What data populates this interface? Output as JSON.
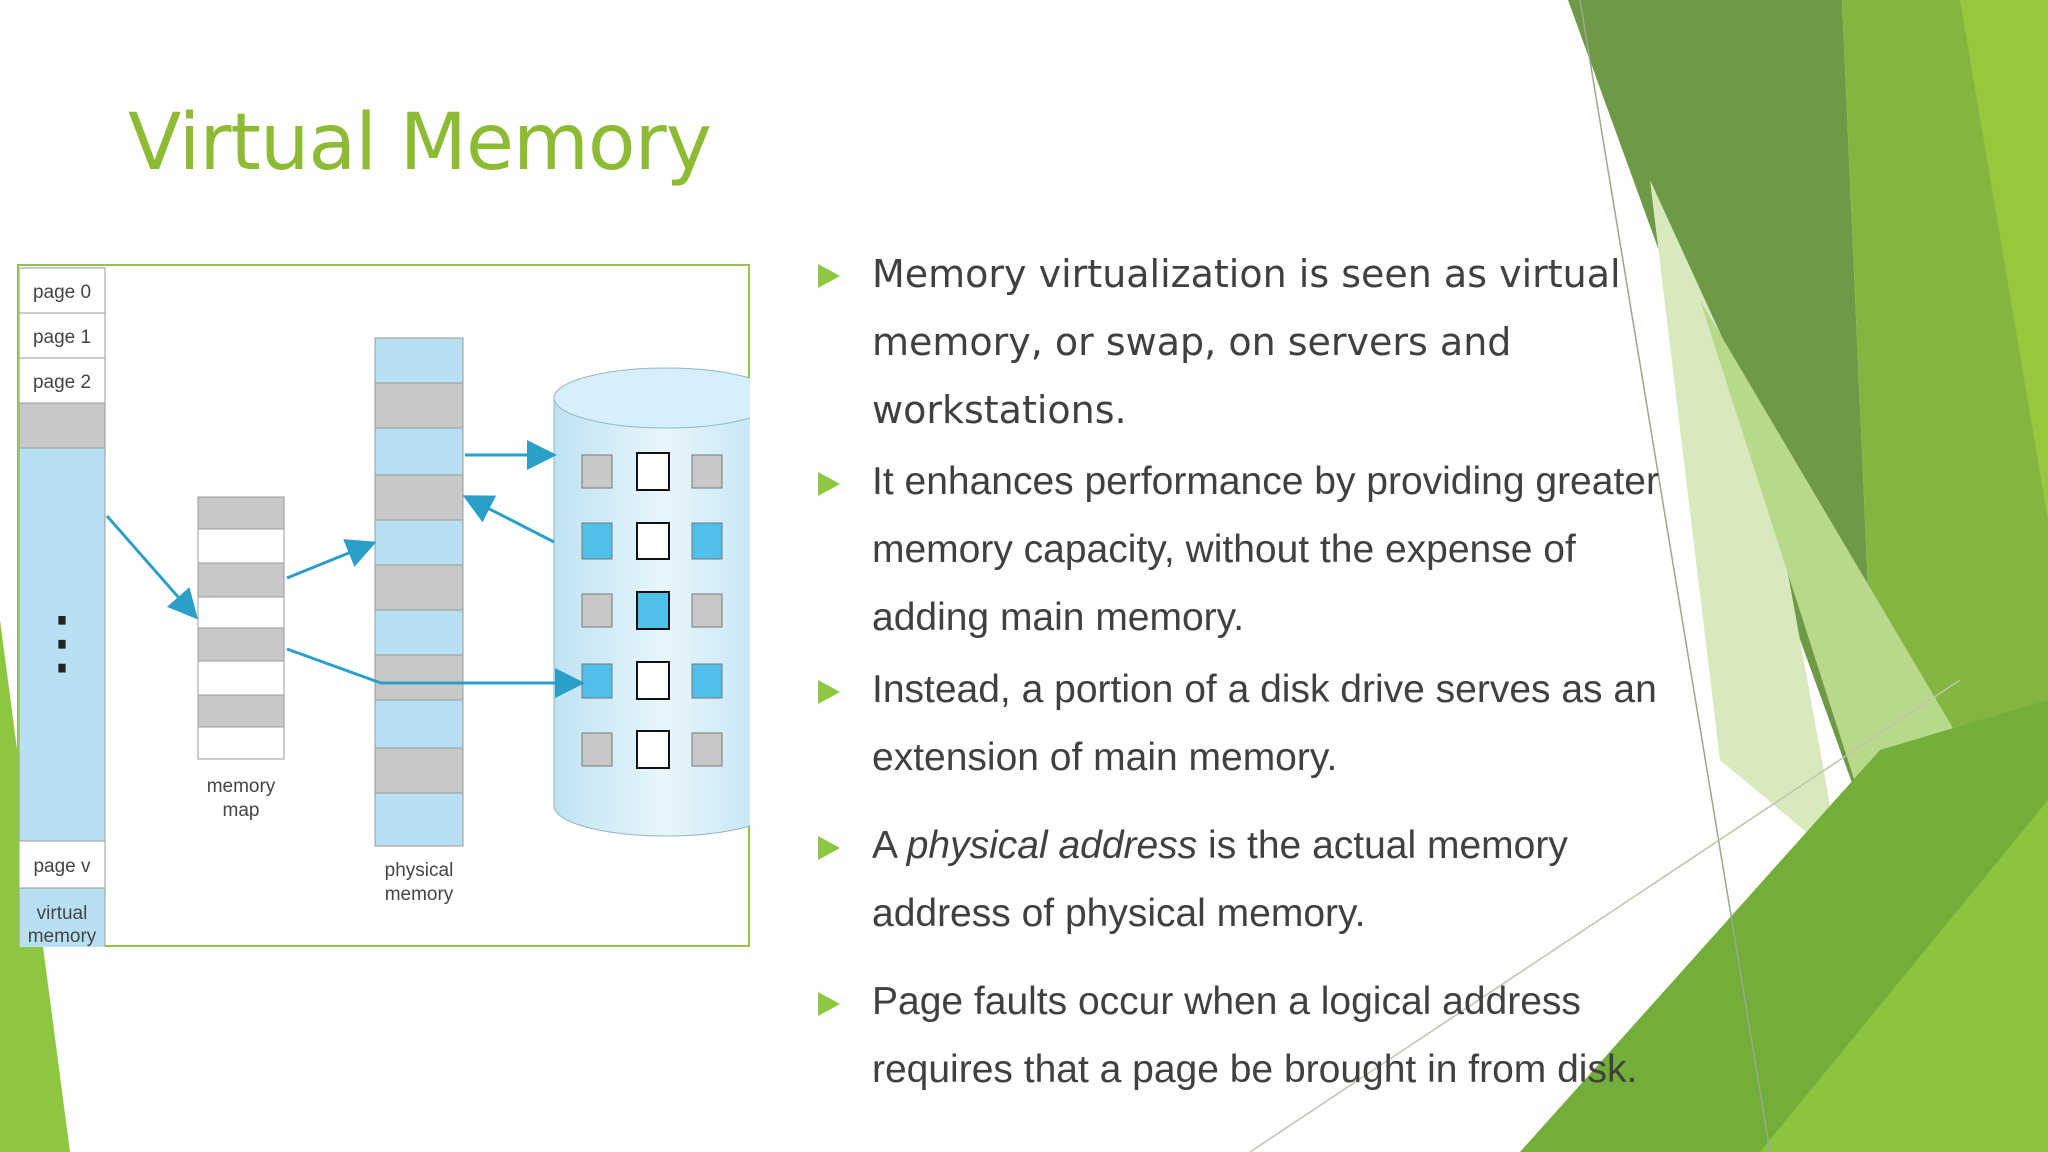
{
  "title": "Virtual Memory",
  "colors": {
    "title": "#8dbb34",
    "accent_green": "#8dc63f",
    "dark_green": "#5e8f2e",
    "light_green": "#c9e0a0",
    "page_blue": "#b9e1f3",
    "frame_gray": "#c7c7c7",
    "arrow_blue": "#2c9fc9",
    "text": "#404040"
  },
  "bullets": [
    {
      "lines": [
        "Memory virtualization is seen as virtual",
        "memory, or swap, on servers and",
        "workstations."
      ]
    },
    {
      "lines": [
        "It enhances performance by providing greater",
        "memory capacity, without the expense of",
        "adding main memory."
      ]
    },
    {
      "lines": [
        "Instead, a portion of a disk drive serves as an",
        "extension of main memory."
      ]
    },
    {
      "pre": "A ",
      "em": "physical address",
      "post": " is the actual memory",
      "line2": "address of physical memory."
    },
    {
      "lines": [
        "Page faults occur when a logical address",
        "requires that a page be brought in from disk."
      ]
    }
  ],
  "diagram": {
    "pages": [
      "page 0",
      "page 1",
      "page 2"
    ],
    "ellipsis": "⋮",
    "last_page": "page v",
    "virtual_label": [
      "virtual",
      "memory"
    ],
    "map_label": [
      "memory",
      "map"
    ],
    "physical_label": [
      "physical",
      "memory"
    ],
    "icon": "disk-cylinder-icon"
  }
}
